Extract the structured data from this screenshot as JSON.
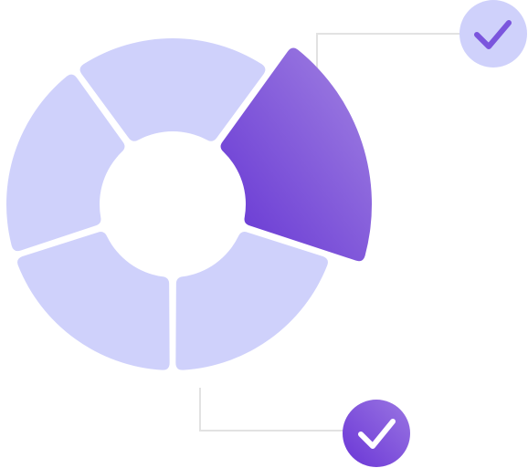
{
  "diagram": {
    "segment_count": 5,
    "highlighted_segment": 1,
    "colors": {
      "segment": "#cfd1fb",
      "highlight_light": "#a283e2",
      "highlight_dark": "#6433d3",
      "connector": "#e2e2e2",
      "badge_light": "#cfd1fb",
      "badge_dark_light": "#9a76e2",
      "badge_dark_dark": "#6a35d6",
      "check_on_light": "#7b55dd",
      "check_on_dark": "#ffffff"
    },
    "badges": [
      {
        "name": "check-badge-top",
        "icon": "check-icon",
        "style": "light"
      },
      {
        "name": "check-badge-bottom",
        "icon": "check-icon",
        "style": "dark"
      }
    ]
  }
}
